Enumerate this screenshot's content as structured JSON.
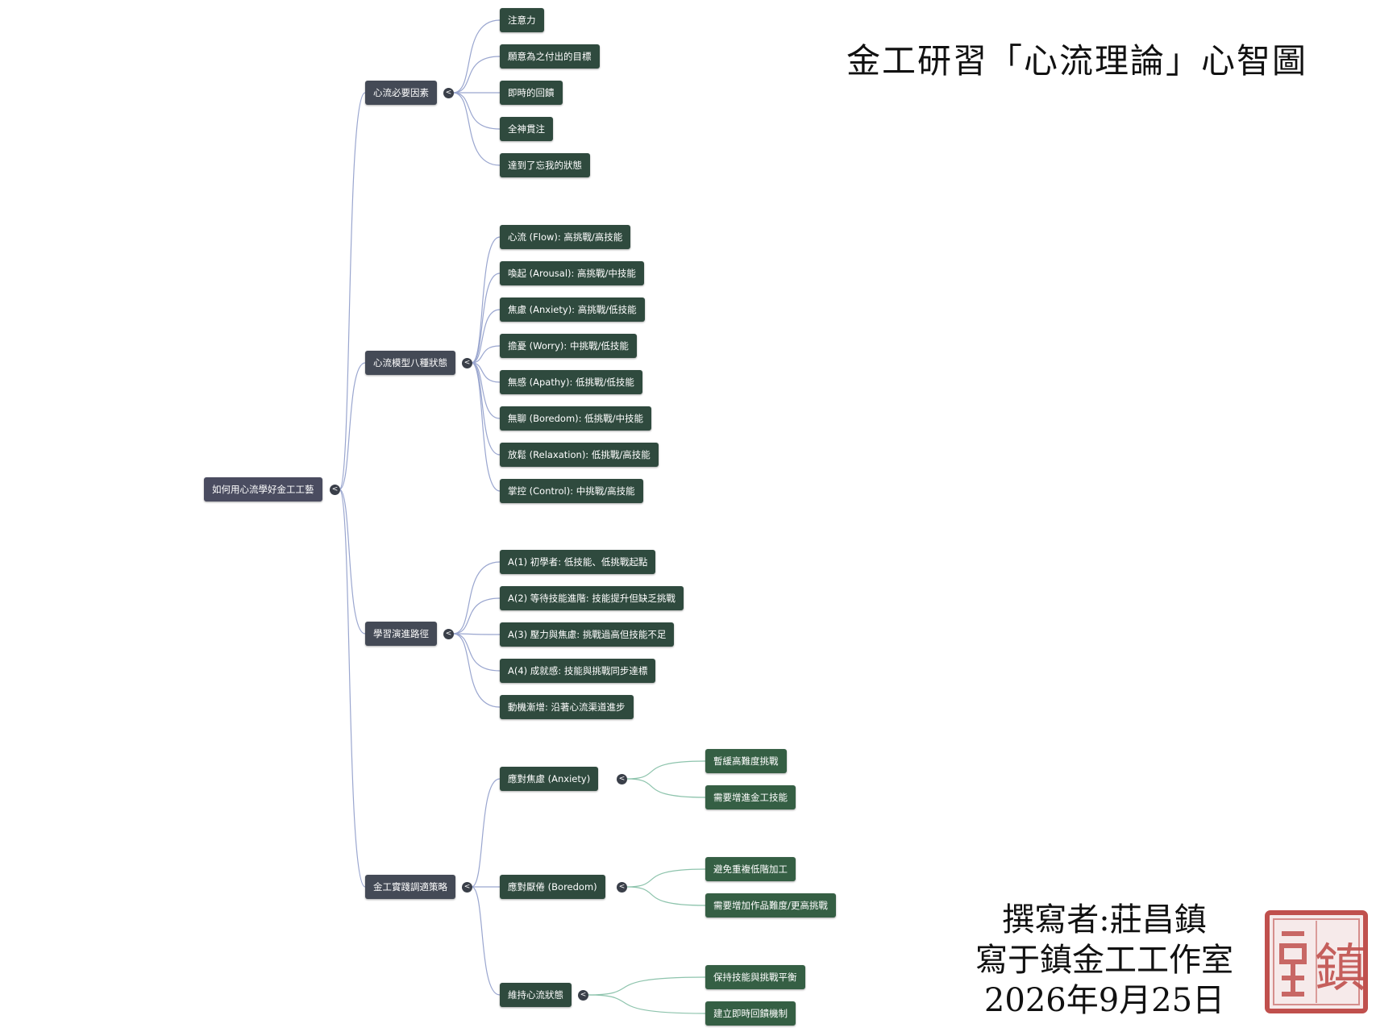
{
  "title": "金工研習「心流理論」心智圖",
  "signature": {
    "author": "撰寫者:莊昌鎮",
    "studio": "寫于鎮金工工作室",
    "date": "2026年9月25日"
  },
  "seal": {
    "text": "鎮",
    "color": "#c0504d"
  },
  "colors": {
    "root": "#4a4c60",
    "branch": "#444a56",
    "leaf": "#2f4a3e",
    "edge_blue": "#9aa6cf",
    "edge_green": "#8ec4ad"
  },
  "toggle_glyph": "<",
  "mindmap": {
    "root": "如何用心流學好金工工藝",
    "branches": [
      {
        "label": "心流必要因素",
        "children": [
          "注意力",
          "願意為之付出的目標",
          "即時的回饋",
          "全神貫注",
          "達到了忘我的狀態"
        ]
      },
      {
        "label": "心流模型八種狀態",
        "children": [
          "心流 (Flow): 高挑戰/高技能",
          "喚起 (Arousal): 高挑戰/中技能",
          "焦慮 (Anxiety): 高挑戰/低技能",
          "擔憂 (Worry): 中挑戰/低技能",
          "無感 (Apathy): 低挑戰/低技能",
          "無聊 (Boredom): 低挑戰/中技能",
          "放鬆 (Relaxation): 低挑戰/高技能",
          "掌控 (Control): 中挑戰/高技能"
        ]
      },
      {
        "label": "學習演進路徑",
        "children": [
          "A(1) 初學者: 低技能、低挑戰起點",
          "A(2) 等待技能進階: 技能提升但缺乏挑戰",
          "A(3) 壓力與焦慮: 挑戰過高但技能不足",
          "A(4) 成就感: 技能與挑戰同步達標",
          "動機漸增: 沿著心流渠道進步"
        ]
      },
      {
        "label": "金工實踐調適策略",
        "children": [
          {
            "label": "應對焦慮 (Anxiety)",
            "children": [
              "暫緩高難度挑戰",
              "需要增進金工技能"
            ]
          },
          {
            "label": "應對厭倦 (Boredom)",
            "children": [
              "避免重複低階加工",
              "需要增加作品難度/更高挑戰"
            ]
          },
          {
            "label": "維持心流狀態",
            "children": [
              "保持技能與挑戰平衡",
              "建立即時回饋機制"
            ]
          }
        ]
      }
    ]
  }
}
